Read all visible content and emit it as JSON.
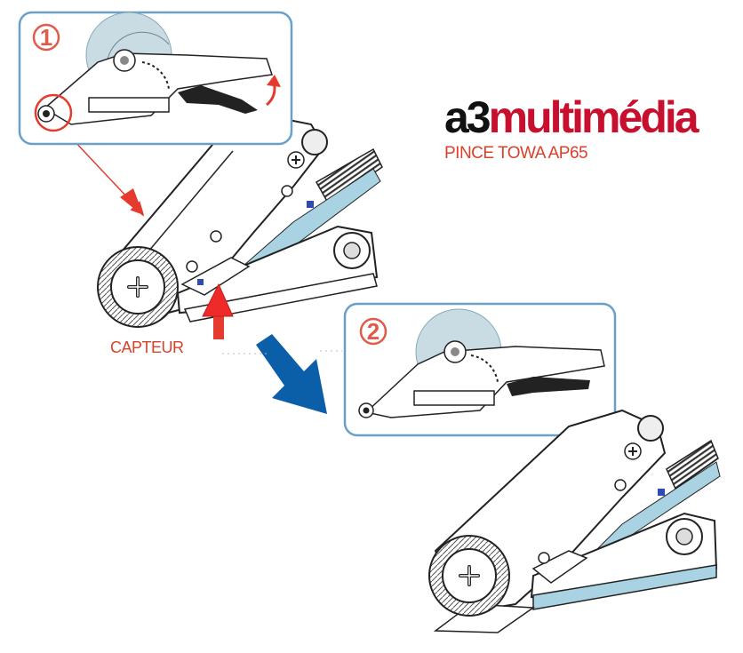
{
  "brand": {
    "prefix": "a3",
    "name": "multimédia"
  },
  "title": "PINCE TOWA AP65",
  "sensor_label": "CAPTEUR",
  "steps": [
    "1",
    "2"
  ],
  "colors": {
    "frame_border": "#6a9fc7",
    "callout_red": "#e53b2f",
    "flow_arrow": "#0b5fa8",
    "brand_red": "#c8102e",
    "label_red": "#d9412a",
    "tape_blue": "#a9d3e2"
  }
}
